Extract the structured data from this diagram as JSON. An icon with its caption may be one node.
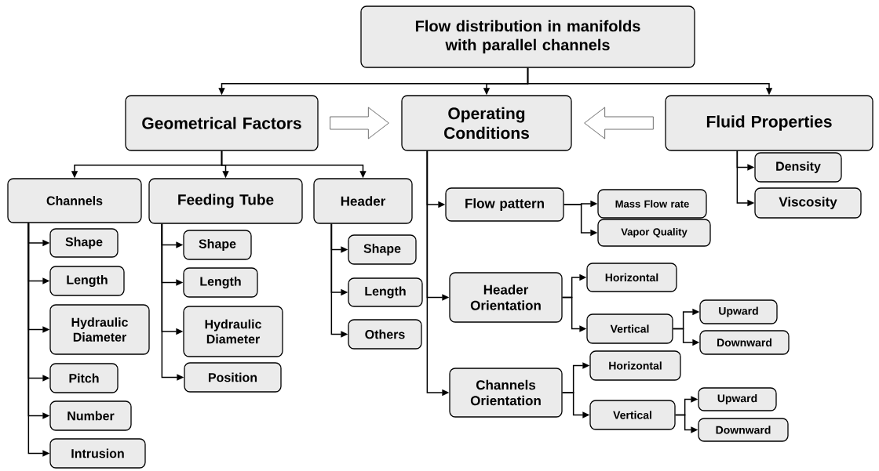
{
  "diagram": {
    "nodes": [
      {
        "text": [
          "Flow distribution in manifolds with parallel channels"
        ]
      },
      {
        "text": [
          "Geometrical Factors"
        ]
      },
      {
        "text": [
          "Operating Conditions"
        ]
      },
      {
        "text": [
          "Fluid Properties"
        ]
      },
      {
        "text": [
          "Channels"
        ]
      },
      {
        "text": [
          "Feeding Tube"
        ]
      },
      {
        "text": [
          "Header"
        ]
      },
      {
        "text": [
          "Shape"
        ]
      },
      {
        "text": [
          "Length"
        ]
      },
      {
        "text": [
          "Hydraulic Diameter"
        ]
      },
      {
        "text": [
          "Pitch"
        ]
      },
      {
        "text": [
          "Number"
        ]
      },
      {
        "text": [
          "Intrusion"
        ]
      },
      {
        "text": [
          "Shape"
        ]
      },
      {
        "text": [
          "Length"
        ]
      },
      {
        "text": [
          "Hydraulic Diameter"
        ]
      },
      {
        "text": [
          "Position"
        ]
      },
      {
        "text": [
          "Shape"
        ]
      },
      {
        "text": [
          "Length"
        ]
      },
      {
        "text": [
          "Others"
        ]
      },
      {
        "text": [
          "Flow pattern"
        ]
      },
      {
        "text": [
          "Mass Flow rate"
        ]
      },
      {
        "text": [
          "Vapor Quality"
        ]
      },
      {
        "text": [
          "Header Orientation"
        ]
      },
      {
        "text": [
          "Horizontal"
        ]
      },
      {
        "text": [
          "Vertical"
        ]
      },
      {
        "text": [
          "Upward"
        ]
      },
      {
        "text": [
          "Downward"
        ]
      },
      {
        "text": [
          "Channels Orientation"
        ]
      },
      {
        "text": [
          "Horizontal"
        ]
      },
      {
        "text": [
          "Vertical"
        ]
      },
      {
        "text": [
          "Upward"
        ]
      },
      {
        "text": [
          "Downward"
        ]
      },
      {
        "text": [
          "Density"
        ]
      },
      {
        "text": [
          "Viscosity"
        ]
      }
    ],
    "edges": [
      {
        "from": 0,
        "to": 1,
        "arrow": "to"
      },
      {
        "from": 0,
        "to": 2,
        "arrow": "to"
      },
      {
        "from": 0,
        "to": 3,
        "arrow": "to"
      },
      {
        "from": 1,
        "to": 2,
        "arrow": "to",
        "style": "thick"
      },
      {
        "from": 3,
        "to": 2,
        "arrow": "to",
        "style": "thick"
      },
      {
        "from": 1,
        "to": 4,
        "arrow": "to"
      },
      {
        "from": 1,
        "to": 5,
        "arrow": "to"
      },
      {
        "from": 1,
        "to": 6,
        "arrow": "to"
      },
      {
        "from": 4,
        "to": 7,
        "arrow": "to"
      },
      {
        "from": 4,
        "to": 8,
        "arrow": "to"
      },
      {
        "from": 4,
        "to": 9,
        "arrow": "to"
      },
      {
        "from": 4,
        "to": 10,
        "arrow": "to"
      },
      {
        "from": 4,
        "to": 11,
        "arrow": "to"
      },
      {
        "from": 4,
        "to": 12,
        "arrow": "to"
      },
      {
        "from": 5,
        "to": 13,
        "arrow": "to"
      },
      {
        "from": 5,
        "to": 14,
        "arrow": "to"
      },
      {
        "from": 5,
        "to": 15,
        "arrow": "to"
      },
      {
        "from": 5,
        "to": 16,
        "arrow": "to"
      },
      {
        "from": 6,
        "to": 17,
        "arrow": "to"
      },
      {
        "from": 6,
        "to": 18,
        "arrow": "to"
      },
      {
        "from": 6,
        "to": 19,
        "arrow": "to"
      },
      {
        "from": 2,
        "to": 20,
        "arrow": "to"
      },
      {
        "from": 2,
        "to": 23,
        "arrow": "to"
      },
      {
        "from": 2,
        "to": 28,
        "arrow": "to"
      },
      {
        "from": 20,
        "to": 21,
        "arrow": "to"
      },
      {
        "from": 20,
        "to": 22,
        "arrow": "to"
      },
      {
        "from": 23,
        "to": 24,
        "arrow": "to"
      },
      {
        "from": 23,
        "to": 25,
        "arrow": "to"
      },
      {
        "from": 25,
        "to": 26,
        "arrow": "to"
      },
      {
        "from": 25,
        "to": 27,
        "arrow": "to"
      },
      {
        "from": 28,
        "to": 29,
        "arrow": "to"
      },
      {
        "from": 28,
        "to": 30,
        "arrow": "to"
      },
      {
        "from": 30,
        "to": 31,
        "arrow": "to"
      },
      {
        "from": 30,
        "to": 32,
        "arrow": "to"
      },
      {
        "from": 3,
        "to": 33,
        "arrow": "to"
      },
      {
        "from": 3,
        "to": 34,
        "arrow": "to"
      }
    ]
  }
}
